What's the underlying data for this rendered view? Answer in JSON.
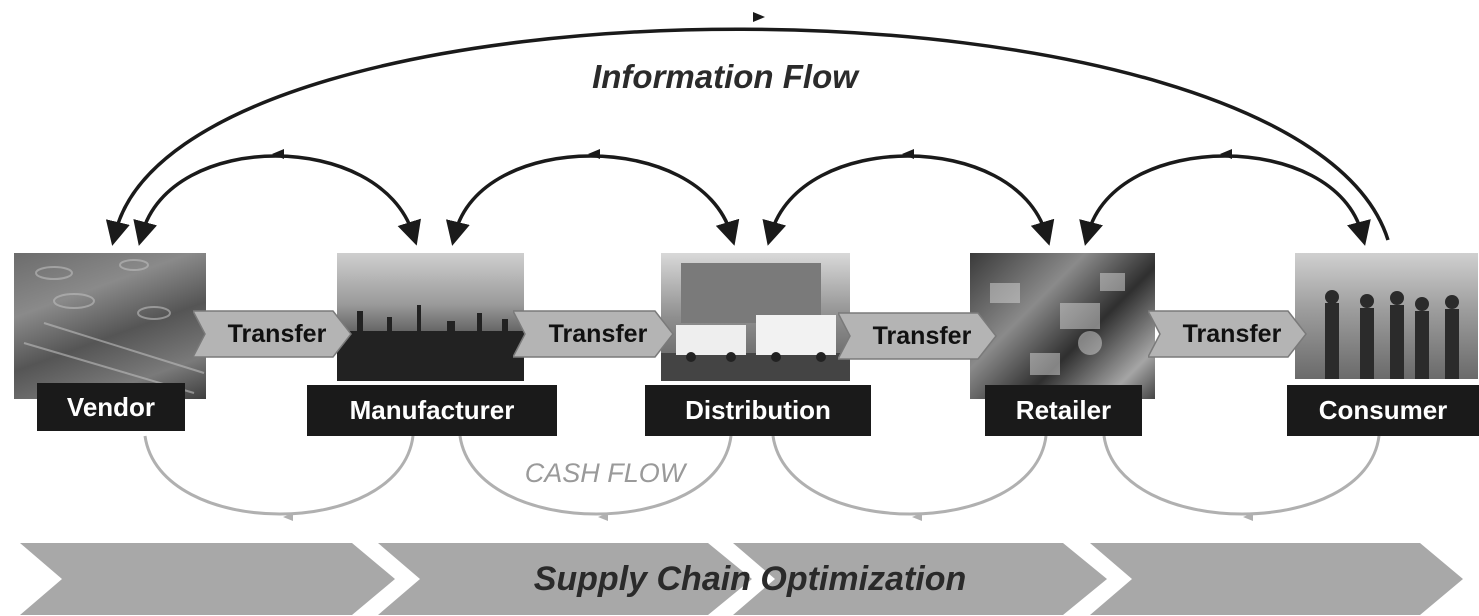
{
  "information_flow_label": "Information Flow",
  "cash_flow_label": "CASH FLOW",
  "optimization_label": "Supply Chain Optimization",
  "stages": [
    {
      "label": "Vendor"
    },
    {
      "label": "Manufacturer"
    },
    {
      "label": "Distribution"
    },
    {
      "label": "Retailer"
    },
    {
      "label": "Consumer"
    }
  ],
  "transfers": [
    {
      "label": "Transfer"
    },
    {
      "label": "Transfer"
    },
    {
      "label": "Transfer"
    },
    {
      "label": "Transfer"
    }
  ]
}
